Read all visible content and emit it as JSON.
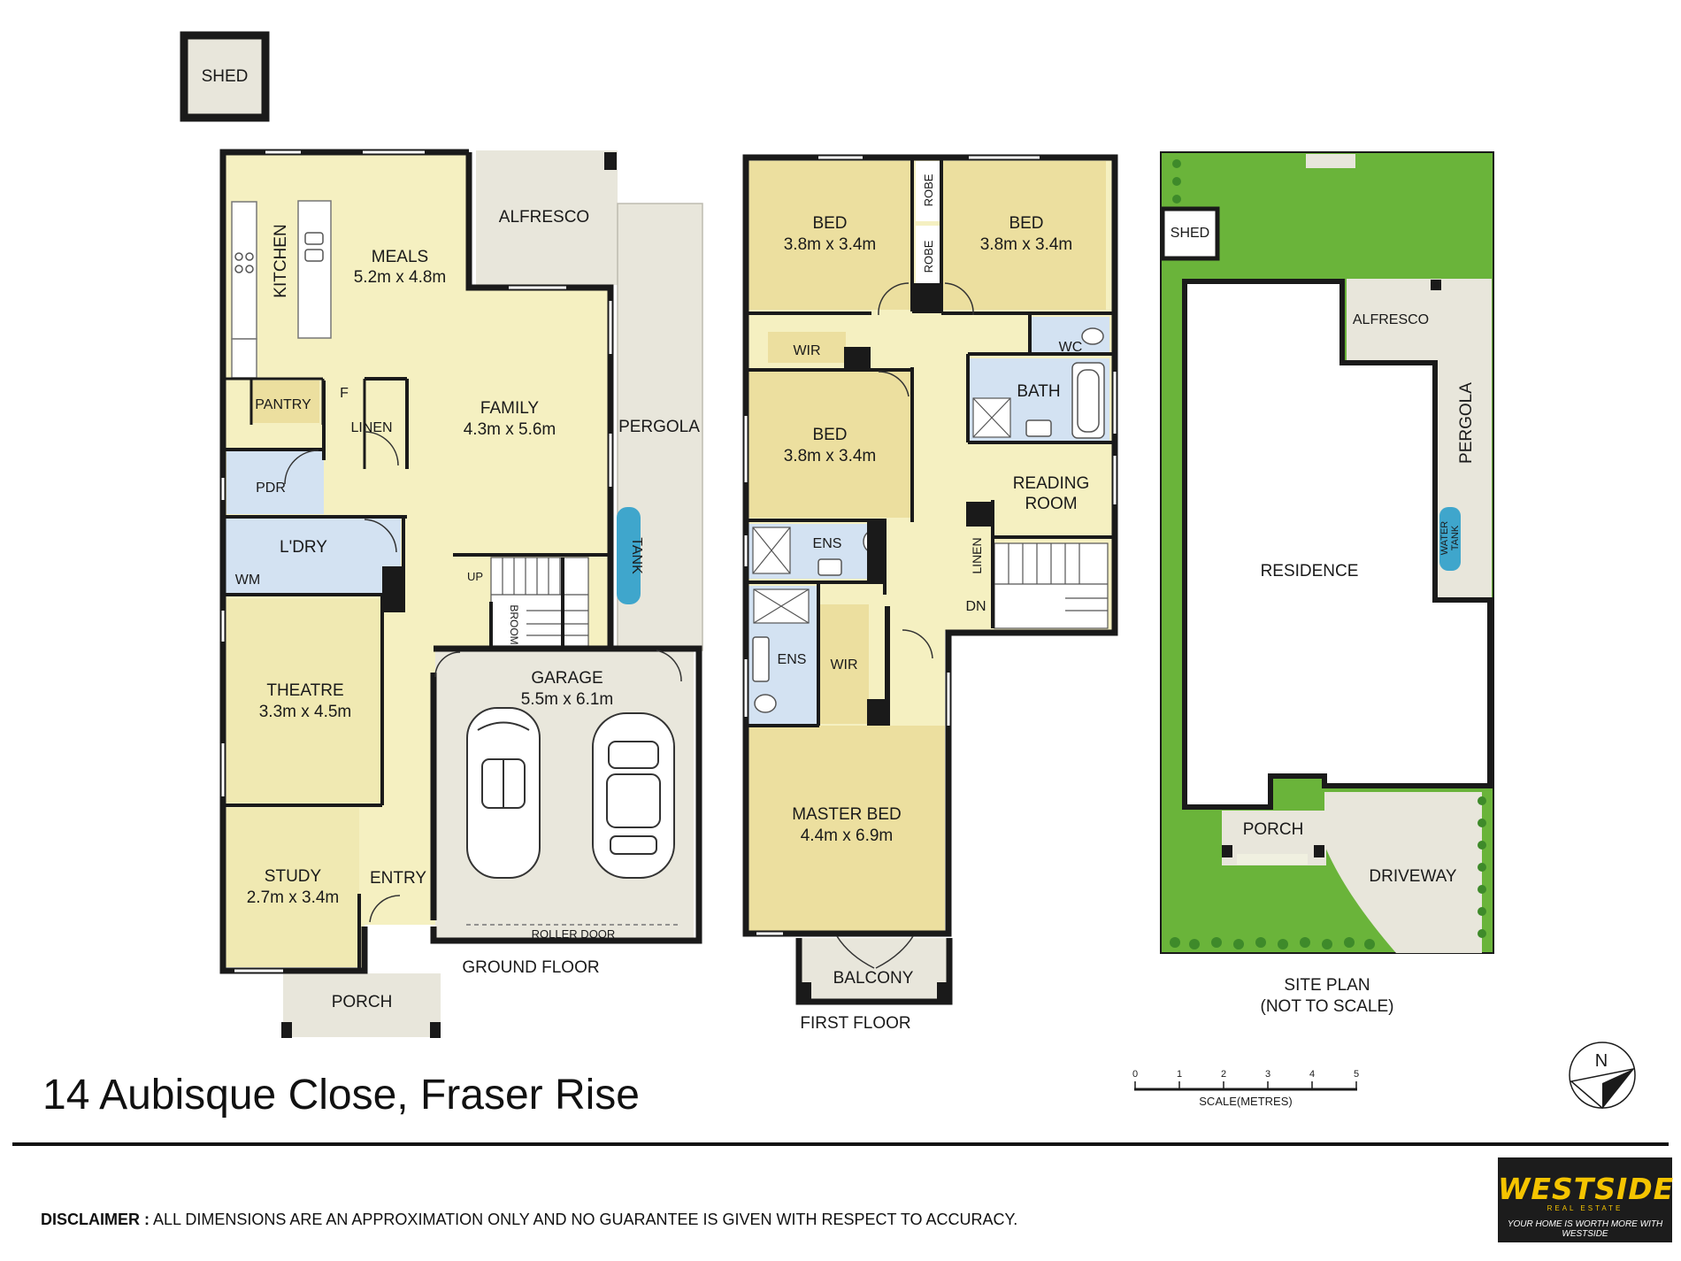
{
  "title": "14 Aubisque Close, Fraser Rise",
  "disclaimer": {
    "label": "DISCLAIMER :",
    "text": " ALL DIMENSIONS ARE AN APPROXIMATION ONLY AND NO GUARANTEE IS GIVEN WITH RESPECT TO ACCURACY."
  },
  "logo": {
    "brand": "WESTSIDE",
    "sub": "REAL ESTATE",
    "tagline": "YOUR HOME IS WORTH MORE WITH WESTSIDE"
  },
  "colors": {
    "living": "#f5f0c1",
    "bedroom": "#ecdf9f",
    "wet": "#d3e2f2",
    "outdoor": "#e8e6db",
    "garage": "#e9e7dc",
    "lawn": "#6ab43a",
    "tank": "#3fa6cc",
    "wall": "#1a1a1a"
  },
  "ground_floor": {
    "label": "GROUND FLOOR",
    "shed": "SHED",
    "alfresco": "ALFRESCO",
    "pergola": "PERGOLA",
    "tank": "TANK",
    "kitchen": "KITCHEN",
    "meals": {
      "name": "MEALS",
      "dims": "5.2m x 4.8m"
    },
    "family": {
      "name": "FAMILY",
      "dims": "4.3m x 5.6m"
    },
    "pantry": "PANTRY",
    "fridge": "F",
    "linen": "LINEN",
    "pdr": "PDR",
    "laundry": "L'DRY",
    "wm": "WM",
    "up": "UP",
    "broom": "BROOM",
    "theatre": {
      "name": "THEATRE",
      "dims": "3.3m x 4.5m"
    },
    "garage": {
      "name": "GARAGE",
      "dims": "5.5m x 6.1m"
    },
    "roller_door": "ROLLER DOOR",
    "study": {
      "name": "STUDY",
      "dims": "2.7m x 3.4m"
    },
    "entry": "ENTRY",
    "porch": "PORCH"
  },
  "first_floor": {
    "label": "FIRST FLOOR",
    "bed1": {
      "name": "BED",
      "dims": "3.8m x 3.4m"
    },
    "bed2": {
      "name": "BED",
      "dims": "3.8m x 3.4m"
    },
    "bed3": {
      "name": "BED",
      "dims": "3.8m x 3.4m"
    },
    "robe1": "ROBE",
    "robe2": "ROBE",
    "wir1": "WIR",
    "wir2": "WIR",
    "wc": "WC",
    "bath": "BATH",
    "reading": {
      "line1": "READING",
      "line2": "ROOM"
    },
    "ens1": "ENS",
    "ens2": "ENS",
    "linen": "LINEN",
    "dn": "DN",
    "master": {
      "name": "MASTER BED",
      "dims": "4.4m x 6.9m"
    },
    "balcony": "BALCONY"
  },
  "site_plan": {
    "label_line1": "SITE PLAN",
    "label_line2": "(NOT TO SCALE)",
    "shed": "SHED",
    "alfresco": "ALFRESCO",
    "pergola": "PERGOLA",
    "water_tank_line1": "WATER",
    "water_tank_line2": "TANK",
    "residence": "RESIDENCE",
    "porch": "PORCH",
    "driveway": "DRIVEWAY"
  },
  "scale": {
    "ticks": [
      "0",
      "1",
      "2",
      "3",
      "4",
      "5"
    ],
    "label": "SCALE(METRES)"
  },
  "north": "N"
}
